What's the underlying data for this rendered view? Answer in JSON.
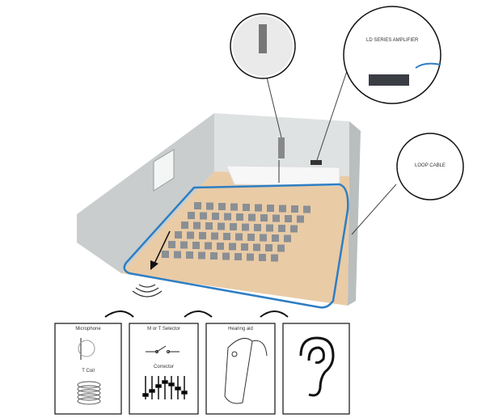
{
  "callouts": {
    "amplifier": "LD SERIES  AMPLIFIER",
    "loop_cable": "LOOP CABLE"
  },
  "panels": [
    {
      "title": "Microphone",
      "subtitle": "T Coil"
    },
    {
      "title": "M or T Selector",
      "subtitle": "Corrector"
    },
    {
      "title": "Hearing aid"
    },
    {
      "title": ""
    }
  ],
  "colors": {
    "loop": "#2e7ec4",
    "floor": "#e8c9a4",
    "wall": "#cfd3d3"
  }
}
